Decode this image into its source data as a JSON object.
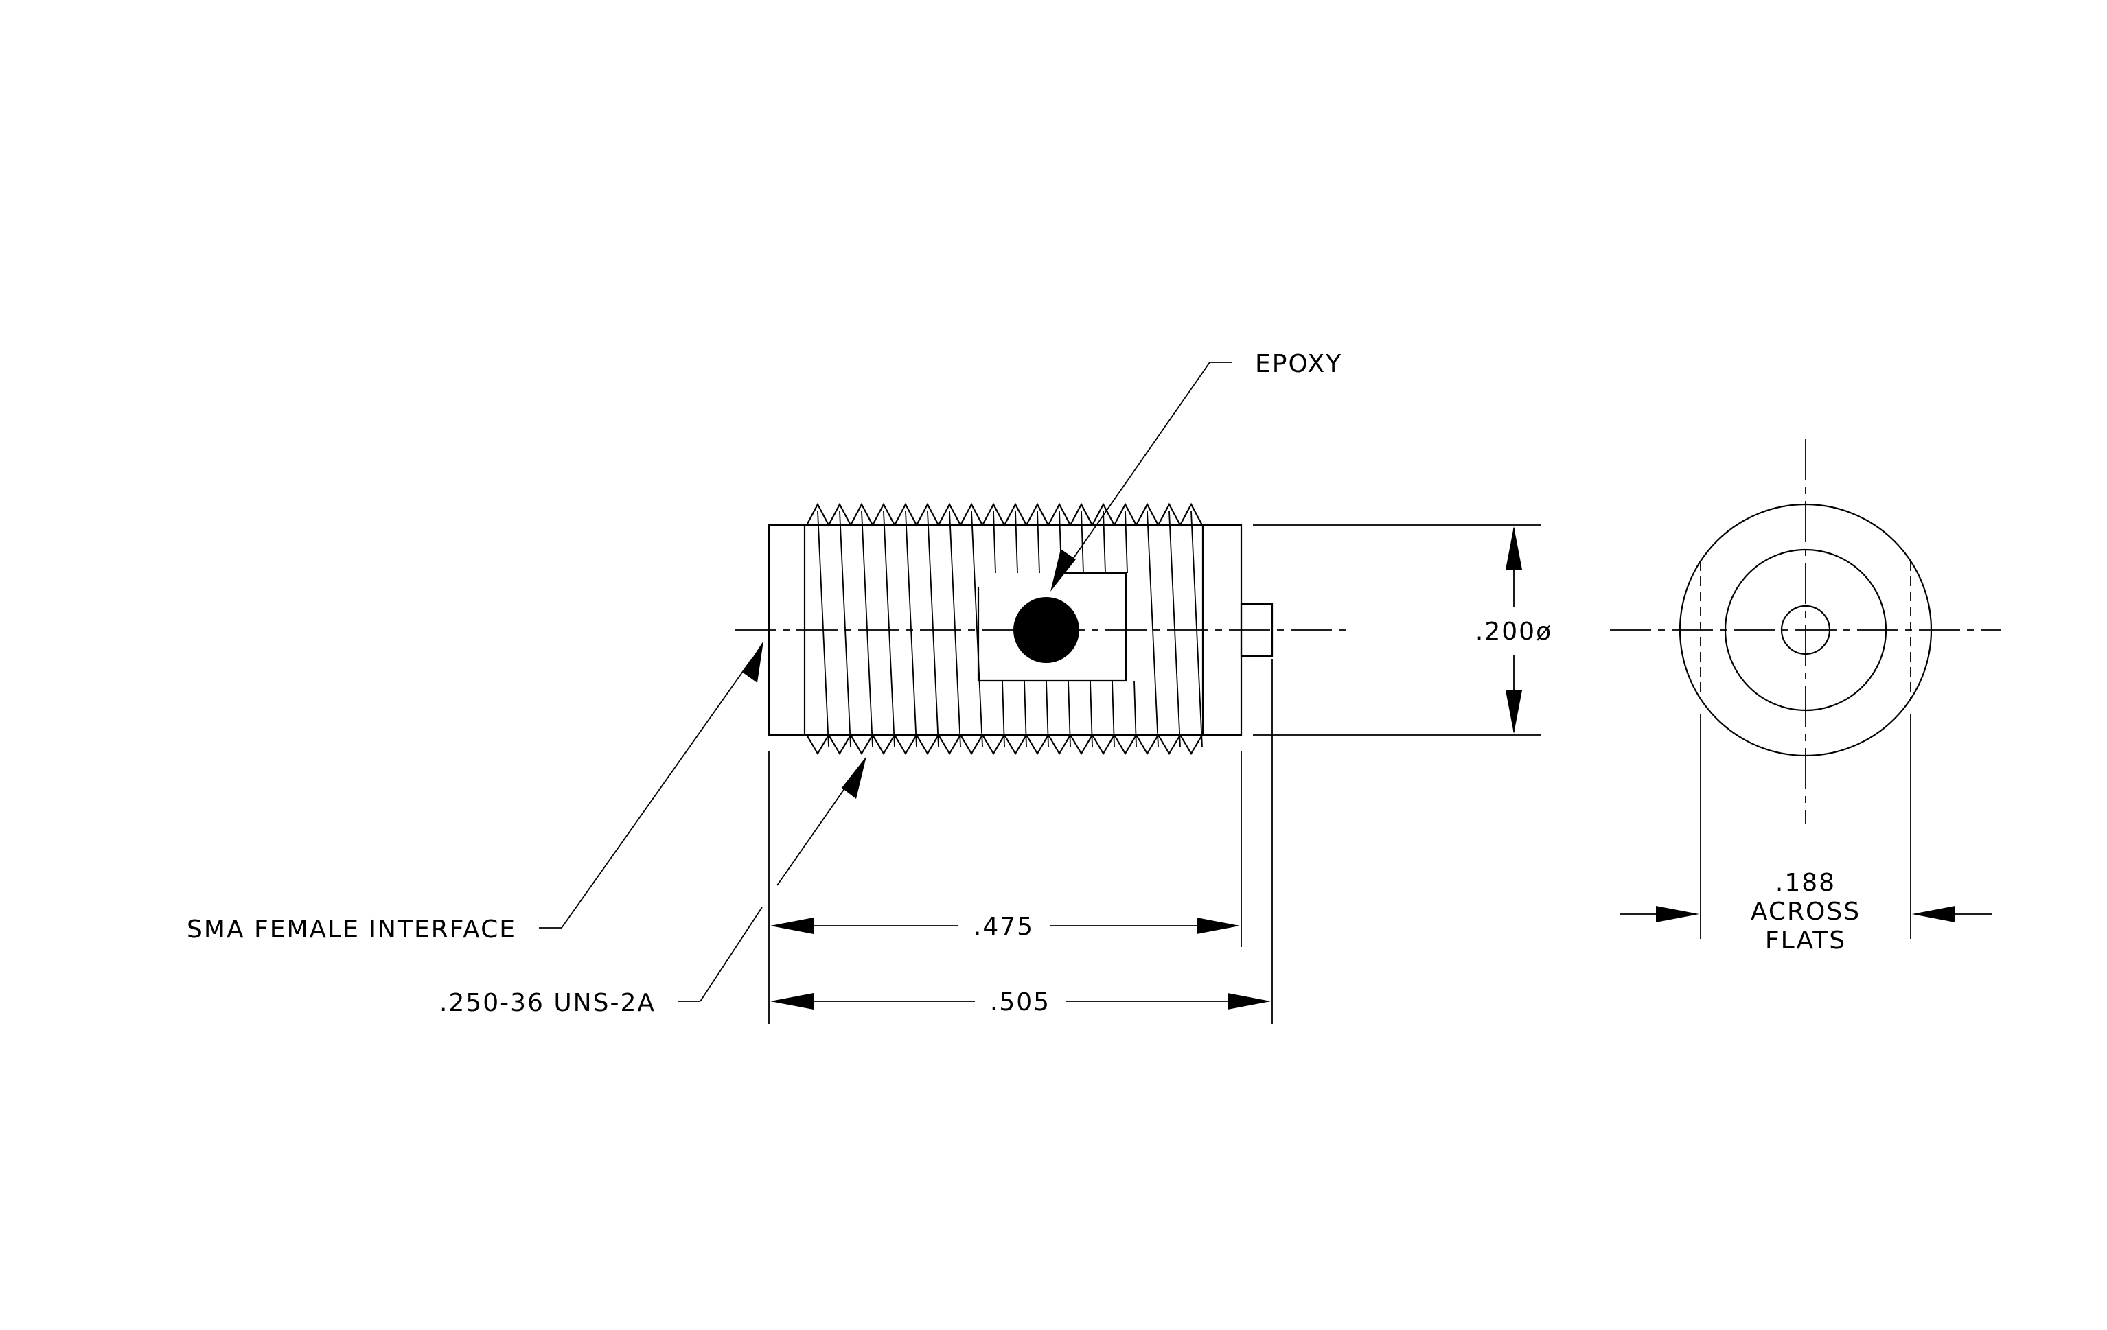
{
  "labels": {
    "epoxy": "EPOXY",
    "sma_interface": "SMA FEMALE INTERFACE",
    "thread_spec": ".250-36 UNS-2A",
    "dim_length_inner": ".475",
    "dim_length_overall": ".505",
    "dim_diameter": ".200ø",
    "dim_flats_value": ".188",
    "dim_flats_line1": "ACROSS",
    "dim_flats_line2": "FLATS"
  }
}
